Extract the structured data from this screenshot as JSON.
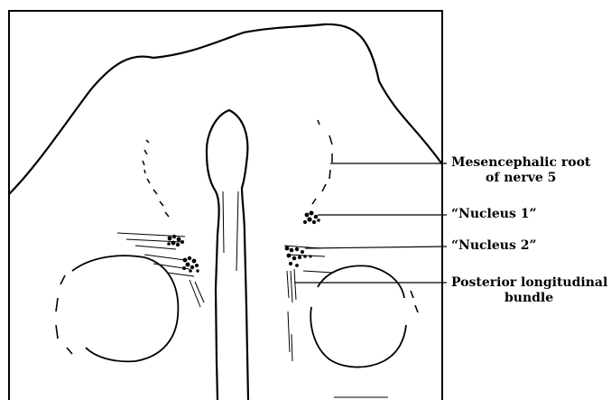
{
  "labels": {
    "mesencephalic_root": {
      "line1": "Mesencephalic root",
      "line2": "of nerve 5"
    },
    "nucleus_1": "“Nucleus 1”",
    "nucleus_2": "“Nucleus 2”",
    "posterior_longitudinal_bundle": {
      "line1": "Posterior longitudinal",
      "line2": "bundle"
    }
  },
  "colors": {
    "ink": "#000000",
    "paper": "#ffffff"
  }
}
